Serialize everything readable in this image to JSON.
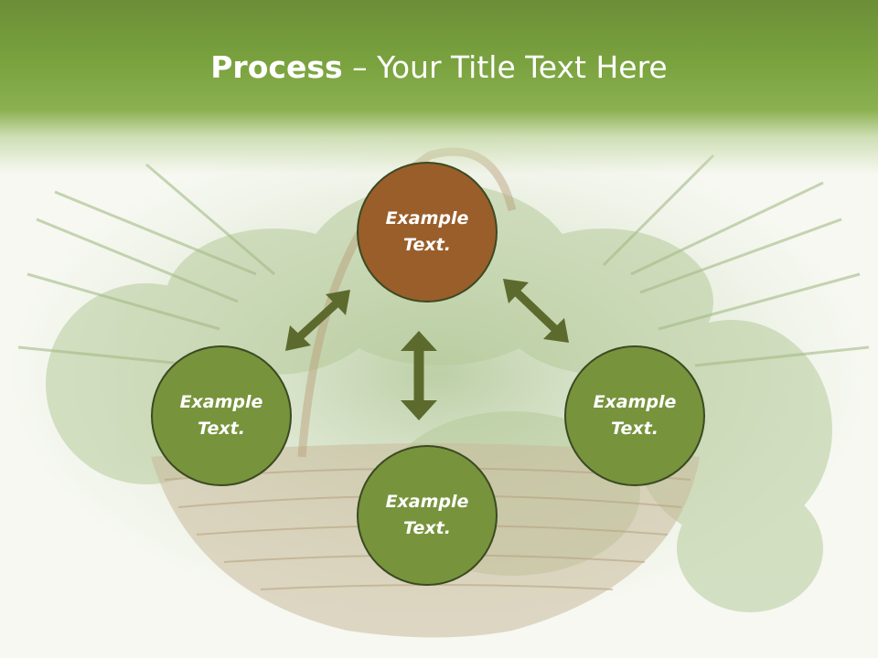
{
  "title": {
    "bold_part": "Process",
    "rest_part": " – Your Title Text Here"
  },
  "diagram": {
    "nodes": [
      {
        "id": "top",
        "line1": "Example",
        "line2": "Text.",
        "color": "#9a5e2a"
      },
      {
        "id": "left",
        "line1": "Example",
        "line2": "Text.",
        "color": "#77933c"
      },
      {
        "id": "right",
        "line1": "Example",
        "line2": "Text.",
        "color": "#77933c"
      },
      {
        "id": "bottom",
        "line1": "Example",
        "line2": "Text.",
        "color": "#77933c"
      }
    ],
    "arrow_color": "#5d6a2e",
    "header_color": "#7aa33f"
  }
}
